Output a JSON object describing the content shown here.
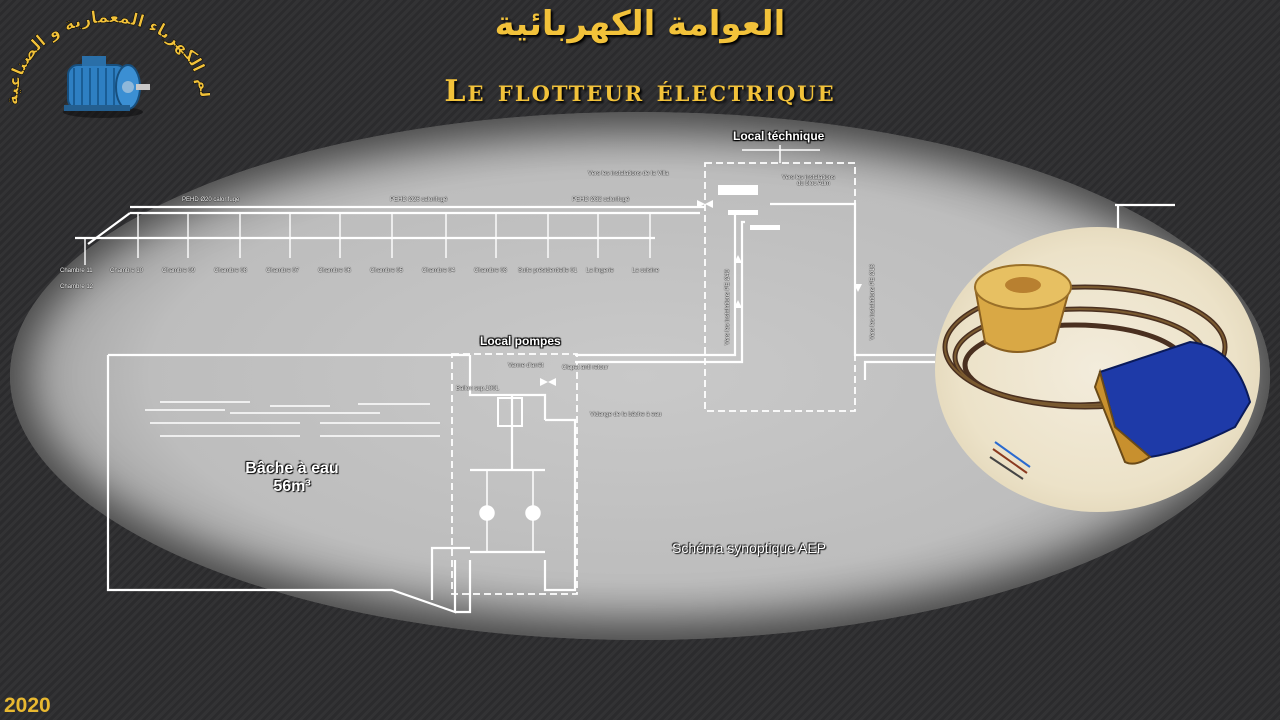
{
  "title_arabic": "العوامة الكهربائية",
  "title_french": "Le flotteur électrique",
  "logo": {
    "text": "عالم الكهرباء المعمارية و الصناعية",
    "icon": "electric-motor-icon"
  },
  "year": "2020",
  "colors": {
    "accent": "#f2c23a",
    "background": "#2c2c2e",
    "panel": "#c4c4c4"
  },
  "diagram": {
    "local_technique": "Local téchnique",
    "local_pompes": "Local pompes",
    "bache_line1": "Bâche à eau",
    "bache_line2": "56m³",
    "schema_title": "Schéma synoptique AEP",
    "vers_villa": "Vers les instalations de la Villa",
    "vers_bloc_line1": "Vers les instalations",
    "vers_bloc_line2": "du bloc Adm",
    "pipe_labels": [
      "PEHD Ø20 calorifugé",
      "PEHD Ø26 calorifugé",
      "PEHD Ø32 calorifugé"
    ],
    "rooms": [
      "Chambre 11",
      "Chambre 10",
      "Chambre 09",
      "Chambre 08",
      "Chambre 07",
      "Chambre 06",
      "Chambre 05",
      "Chambre 04",
      "Chambre 03",
      "Suite présidentielle 01",
      "La lingerie",
      "La cuisine"
    ],
    "room_12": "Chambre 12",
    "vanne": "Vanne d'arrêt",
    "clapet": "Clapet anti retour",
    "ballon": "Ballon sup.100L",
    "vidange": "Vidange de la bâche à eau",
    "vert_pe_left": "Vers les instalations PE Ø40",
    "vert_pe_right": "Vers les instalations PE Ø16"
  },
  "photo_icon": "float-switch-photo-icon"
}
